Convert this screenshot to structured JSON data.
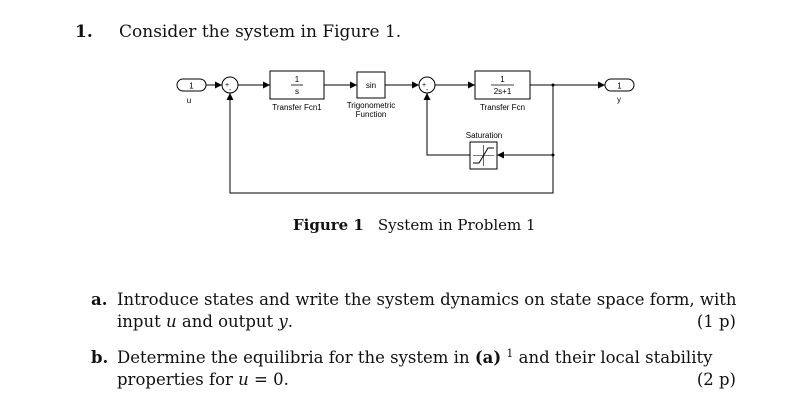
{
  "problem": {
    "number": "1.",
    "intro": "Consider the system in Figure 1."
  },
  "diagram": {
    "input_port": {
      "number": "1",
      "label": "u"
    },
    "output_port": {
      "number": "1",
      "label": "y"
    },
    "sum1_signs": {
      "left": "+",
      "bottom": "-"
    },
    "sum2_signs": {
      "left": "+",
      "bottom": "-"
    },
    "transfer_fcn1": {
      "numerator": "1",
      "denominator": "s",
      "label": "Transfer Fcn1"
    },
    "trig_fcn": {
      "content": "sin",
      "label_line1": "Trigonometric",
      "label_line2": "Function"
    },
    "transfer_fcn": {
      "numerator": "1",
      "denominator": "2s+1",
      "label": "Transfer Fcn"
    },
    "saturation": {
      "label": "Saturation"
    }
  },
  "caption": {
    "figure": "Figure 1",
    "text": "System in Problem 1"
  },
  "parts": {
    "a": {
      "label": "a.",
      "line1": "Introduce states and write the system dynamics on state space form, with",
      "line2_prefix": "input ",
      "line2_u": "u",
      "line2_mid": " and output ",
      "line2_y": "y",
      "line2_end": ".",
      "points": "(1 p)"
    },
    "b": {
      "label": "b.",
      "line1_prefix": "Determine the equilibria for the system in ",
      "line1_ref": "(a)",
      "line1_footnote": "1",
      "line1_suffix": " and their local stability",
      "line2_prefix": "properties for ",
      "line2_u": "u",
      "line2_eq": " = 0.",
      "points": "(2 p)"
    }
  }
}
